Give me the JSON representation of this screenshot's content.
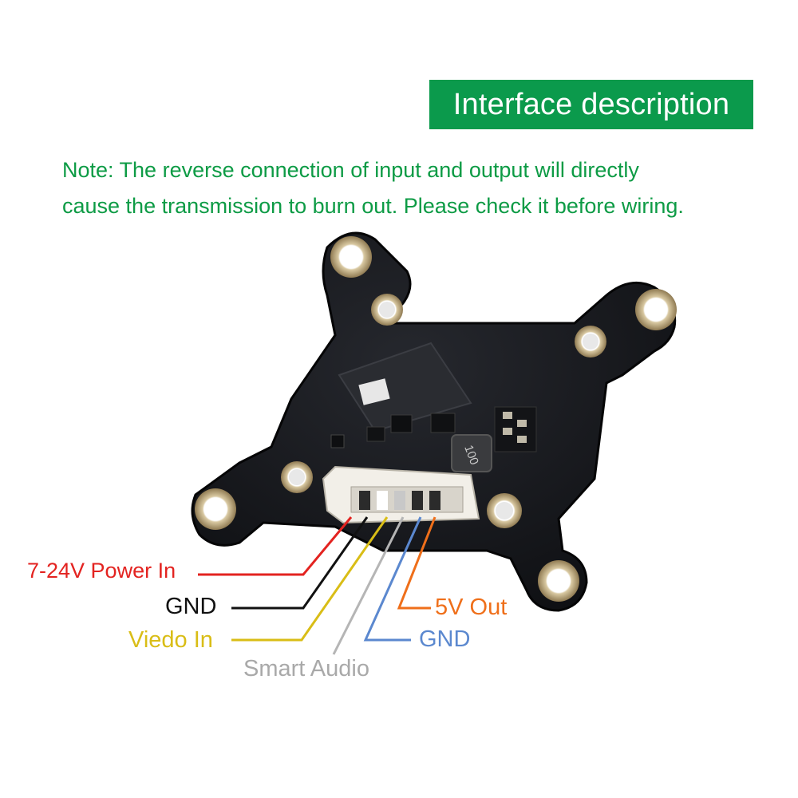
{
  "header": {
    "title": "Interface description"
  },
  "note": {
    "line1": "Note: The reverse connection of input and output will directly",
    "line2": "cause the transmission to burn out. Please check it before wiring."
  },
  "board": {
    "inductor_marking": "100"
  },
  "pins": {
    "power_in": {
      "label": "7-24V Power In",
      "color": "#e32320"
    },
    "gnd_left": {
      "label": "GND",
      "color": "#111111"
    },
    "video_in": {
      "label": "Viedo In",
      "color": "#d9bd16"
    },
    "smart_audio": {
      "label": "Smart Audio",
      "color": "#a9a9a9"
    },
    "five_v_out": {
      "label": "5V Out",
      "color": "#ef6f1a"
    },
    "gnd_right": {
      "label": "GND",
      "color": "#5b88cf"
    }
  },
  "colors": {
    "banner": "#0b9a4c",
    "note_text": "#0d9b45",
    "board": "#15161a"
  }
}
